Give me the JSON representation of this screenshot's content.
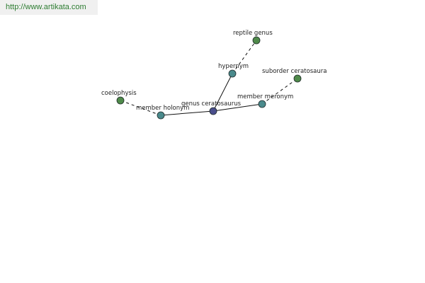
{
  "banner": {
    "url_text": "http://www.artikata.com"
  },
  "colors": {
    "center_node": "#4a4e8c",
    "relation_node": "#4a8a8c",
    "leaf_node": "#4f8a4a",
    "banner_text": "#2e7d32",
    "banner_bg": "#f0f0f0"
  },
  "graph": {
    "nodes": [
      {
        "id": "center",
        "label": "genus ceratosaurus",
        "kind": "center"
      },
      {
        "id": "hypernym",
        "label": "hypernym",
        "kind": "relation"
      },
      {
        "id": "reptile",
        "label": "reptile genus",
        "kind": "leaf"
      },
      {
        "id": "meronym",
        "label": "member meronym",
        "kind": "relation"
      },
      {
        "id": "suborder",
        "label": "suborder ceratosaura",
        "kind": "leaf"
      },
      {
        "id": "holonym",
        "label": "member holonym",
        "kind": "relation"
      },
      {
        "id": "coelo",
        "label": "coelophysis",
        "kind": "leaf"
      }
    ],
    "edges": [
      {
        "from": "center",
        "to": "hypernym",
        "style": "solid"
      },
      {
        "from": "center",
        "to": "meronym",
        "style": "solid"
      },
      {
        "from": "center",
        "to": "holonym",
        "style": "solid"
      },
      {
        "from": "hypernym",
        "to": "reptile",
        "style": "dashed"
      },
      {
        "from": "meronym",
        "to": "suborder",
        "style": "dashed"
      },
      {
        "from": "holonym",
        "to": "coelo",
        "style": "dashed"
      }
    ]
  }
}
